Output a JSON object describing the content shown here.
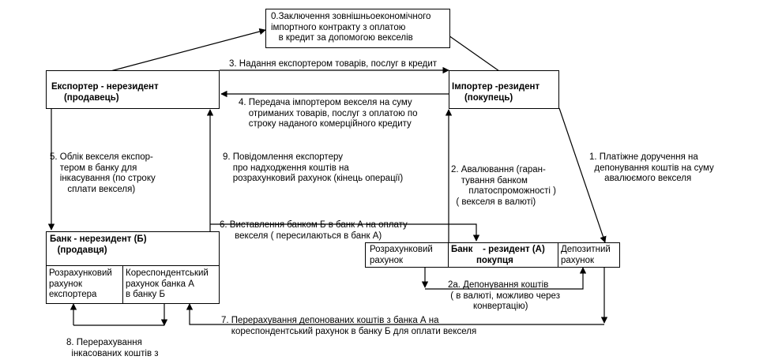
{
  "boxes": {
    "contract": "0.Заключення зовнішньоекономічного\nімпортного контракту з оплатою\n   в кредит за допомогою векселів",
    "exporter": "Експортер - нерезидент\n     (продавець)",
    "importer": "Імпортер -резидент\n     (покупець)",
    "bank_b_title": "Банк - нерезидент (Б)\n   (продавця)",
    "bank_b_account": "Розрахунковий\nрахунок\nекспортера",
    "bank_b_corr": "Кореспондентський\nрахунок банка А\nв банку Б",
    "bank_a_account": "Розрахунковий\nрахунок",
    "bank_a_title": "Банк    - резидент (А)\n          покупця",
    "bank_a_deposit": "Депозитний\nрахунок"
  },
  "labels": {
    "l3": "3. Надання експортером товарів, послуг в кредит",
    "l4": "4. Передача імпортером векселя на суму\n    отриманих товарів, послуг з оплатою по\n    строку наданого комерційного кредиту",
    "l5": "5. Облік векселя експор-\n    тером в банку для\n    інкасування (по строку\n       сплати векселя)",
    "l9": "9. Повідомлення експортеру\n    про надходження коштів на\n    розрахунковий рахунок (кінець операції)",
    "l1": "1. Платіжне доручення на\n  депонування коштів на суму\n      авалюємого векселя",
    "l2": "2. Авалювання (гаран-\n    тування банком\n       платоспроможності )\n  ( векселя в валюті)",
    "l6": "6. Виставлення банком Б в банк А на оплату\n      векселя ( пересилаються в банк А)",
    "l2a": "2а. Депонування коштів\n ( в валюті, можливо через\n          конвертацію)",
    "l7": "7. Перерахування депонованих коштів з банка А на\n    кореспондентський рахунок в банку Б для оплати векселя",
    "l8": "8. Перерахування\n  інкасованих коштів з"
  },
  "colors": {
    "line": "#000000",
    "background": "#ffffff"
  }
}
